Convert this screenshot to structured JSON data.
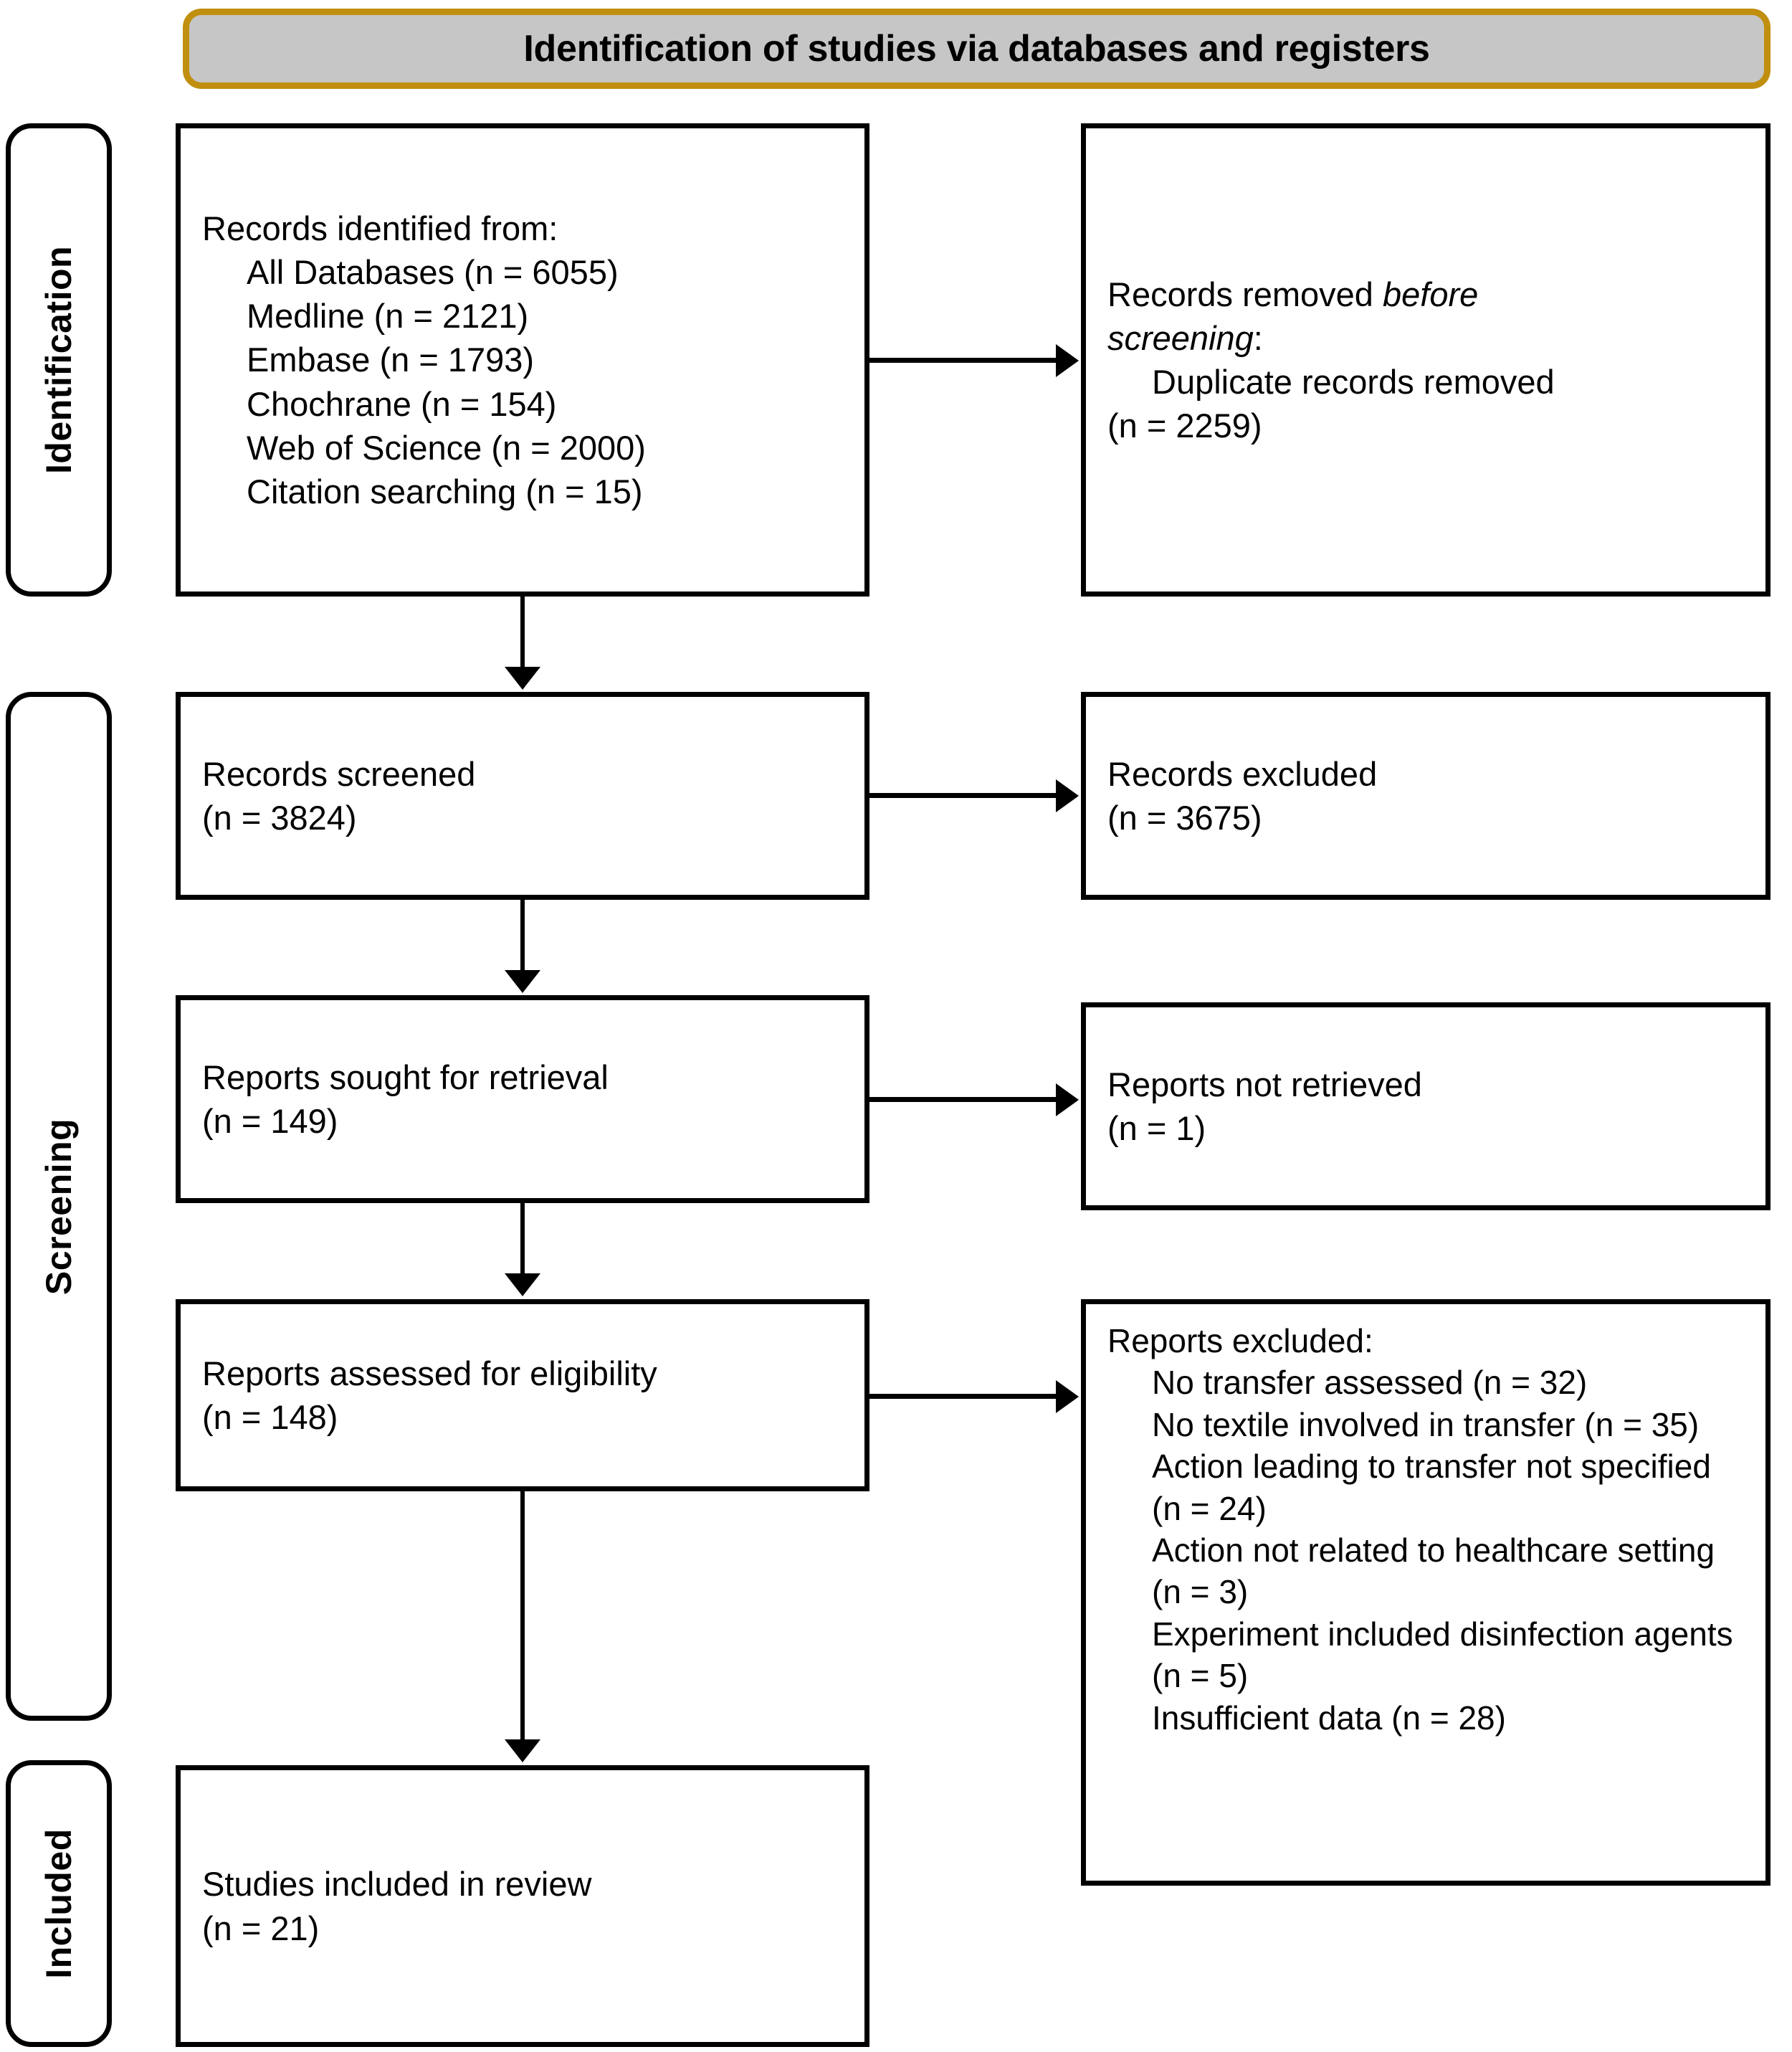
{
  "banner": {
    "title": "Identification of studies via databases and registers"
  },
  "stages": [
    {
      "id": "identification",
      "label": "Identification"
    },
    {
      "id": "screening",
      "label": "Screening"
    },
    {
      "id": "included",
      "label": "Included"
    }
  ],
  "boxes": {
    "identified": {
      "heading": "Records identified from:",
      "items": [
        "All Databases (n = 6055)",
        "Medline (n = 2121)",
        "Embase (n = 1793)",
        "Chochrane (n = 154)",
        "Web of Science (n = 2000)",
        "Citation searching (n = 15)"
      ]
    },
    "removed": {
      "line1_pre": "Records removed ",
      "line1_italic": "before",
      "line2_italic": "screening",
      "line2_post": ":",
      "items": [
        "Duplicate records removed",
        "(n = 2259)"
      ]
    },
    "screened": {
      "label": "Records screened",
      "count": "(n = 3824)"
    },
    "records_excluded": {
      "label": "Records excluded",
      "count": "(n = 3675)"
    },
    "sought": {
      "label": "Reports sought for retrieval",
      "count": "(n = 149)"
    },
    "not_retrieved": {
      "label": "Reports not retrieved",
      "count": "(n = 1)"
    },
    "assessed": {
      "label": "Reports assessed for eligibility",
      "count": "(n = 148)"
    },
    "reports_excluded": {
      "heading": "Reports excluded:",
      "items": [
        "No transfer assessed (n = 32)",
        "No textile involved in transfer (n = 35)",
        "Action leading to transfer not specified (n = 24)",
        "Action not related to healthcare setting (n = 3)",
        "Experiment included disinfection agents (n = 5)",
        "Insufficient data (n = 28)"
      ]
    },
    "included": {
      "label": "Studies included in review",
      "count": "(n = 21)"
    }
  },
  "colors": {
    "banner_fill": "#c6c6c6",
    "banner_border": "#c08f0f",
    "box_border": "#000000",
    "text": "#000000"
  },
  "chart_data": {
    "type": "diagram",
    "title": "Identification of studies via databases and registers",
    "nodes": [
      {
        "id": "identified",
        "stage": "Identification",
        "column": "left",
        "label": "Records identified from",
        "values": {
          "All Databases": 6055,
          "Medline": 2121,
          "Embase": 1793,
          "Chochrane": 154,
          "Web of Science": 2000,
          "Citation searching": 15
        }
      },
      {
        "id": "removed",
        "stage": "Identification",
        "column": "right",
        "label": "Records removed before screening",
        "values": {
          "Duplicate records removed": 2259
        }
      },
      {
        "id": "screened",
        "stage": "Screening",
        "column": "left",
        "label": "Records screened",
        "n": 3824
      },
      {
        "id": "records_excluded",
        "stage": "Screening",
        "column": "right",
        "label": "Records excluded",
        "n": 3675
      },
      {
        "id": "sought",
        "stage": "Screening",
        "column": "left",
        "label": "Reports sought for retrieval",
        "n": 149
      },
      {
        "id": "not_retrieved",
        "stage": "Screening",
        "column": "right",
        "label": "Reports not retrieved",
        "n": 1
      },
      {
        "id": "assessed",
        "stage": "Screening",
        "column": "left",
        "label": "Reports assessed for eligibility",
        "n": 148
      },
      {
        "id": "reports_excluded",
        "stage": "Screening",
        "column": "right",
        "label": "Reports excluded",
        "values": {
          "No transfer assessed": 32,
          "No textile involved in transfer": 35,
          "Action leading to transfer not specified": 24,
          "Action not related to healthcare setting": 3,
          "Experiment included disinfection agents": 5,
          "Insufficient data": 28
        }
      },
      {
        "id": "included",
        "stage": "Included",
        "column": "left",
        "label": "Studies included in review",
        "n": 21
      }
    ],
    "edges": [
      {
        "from": "identified",
        "to": "removed",
        "direction": "right"
      },
      {
        "from": "identified",
        "to": "screened",
        "direction": "down"
      },
      {
        "from": "screened",
        "to": "records_excluded",
        "direction": "right"
      },
      {
        "from": "screened",
        "to": "sought",
        "direction": "down"
      },
      {
        "from": "sought",
        "to": "not_retrieved",
        "direction": "right"
      },
      {
        "from": "sought",
        "to": "assessed",
        "direction": "down"
      },
      {
        "from": "assessed",
        "to": "reports_excluded",
        "direction": "right"
      },
      {
        "from": "assessed",
        "to": "included",
        "direction": "down"
      }
    ]
  }
}
